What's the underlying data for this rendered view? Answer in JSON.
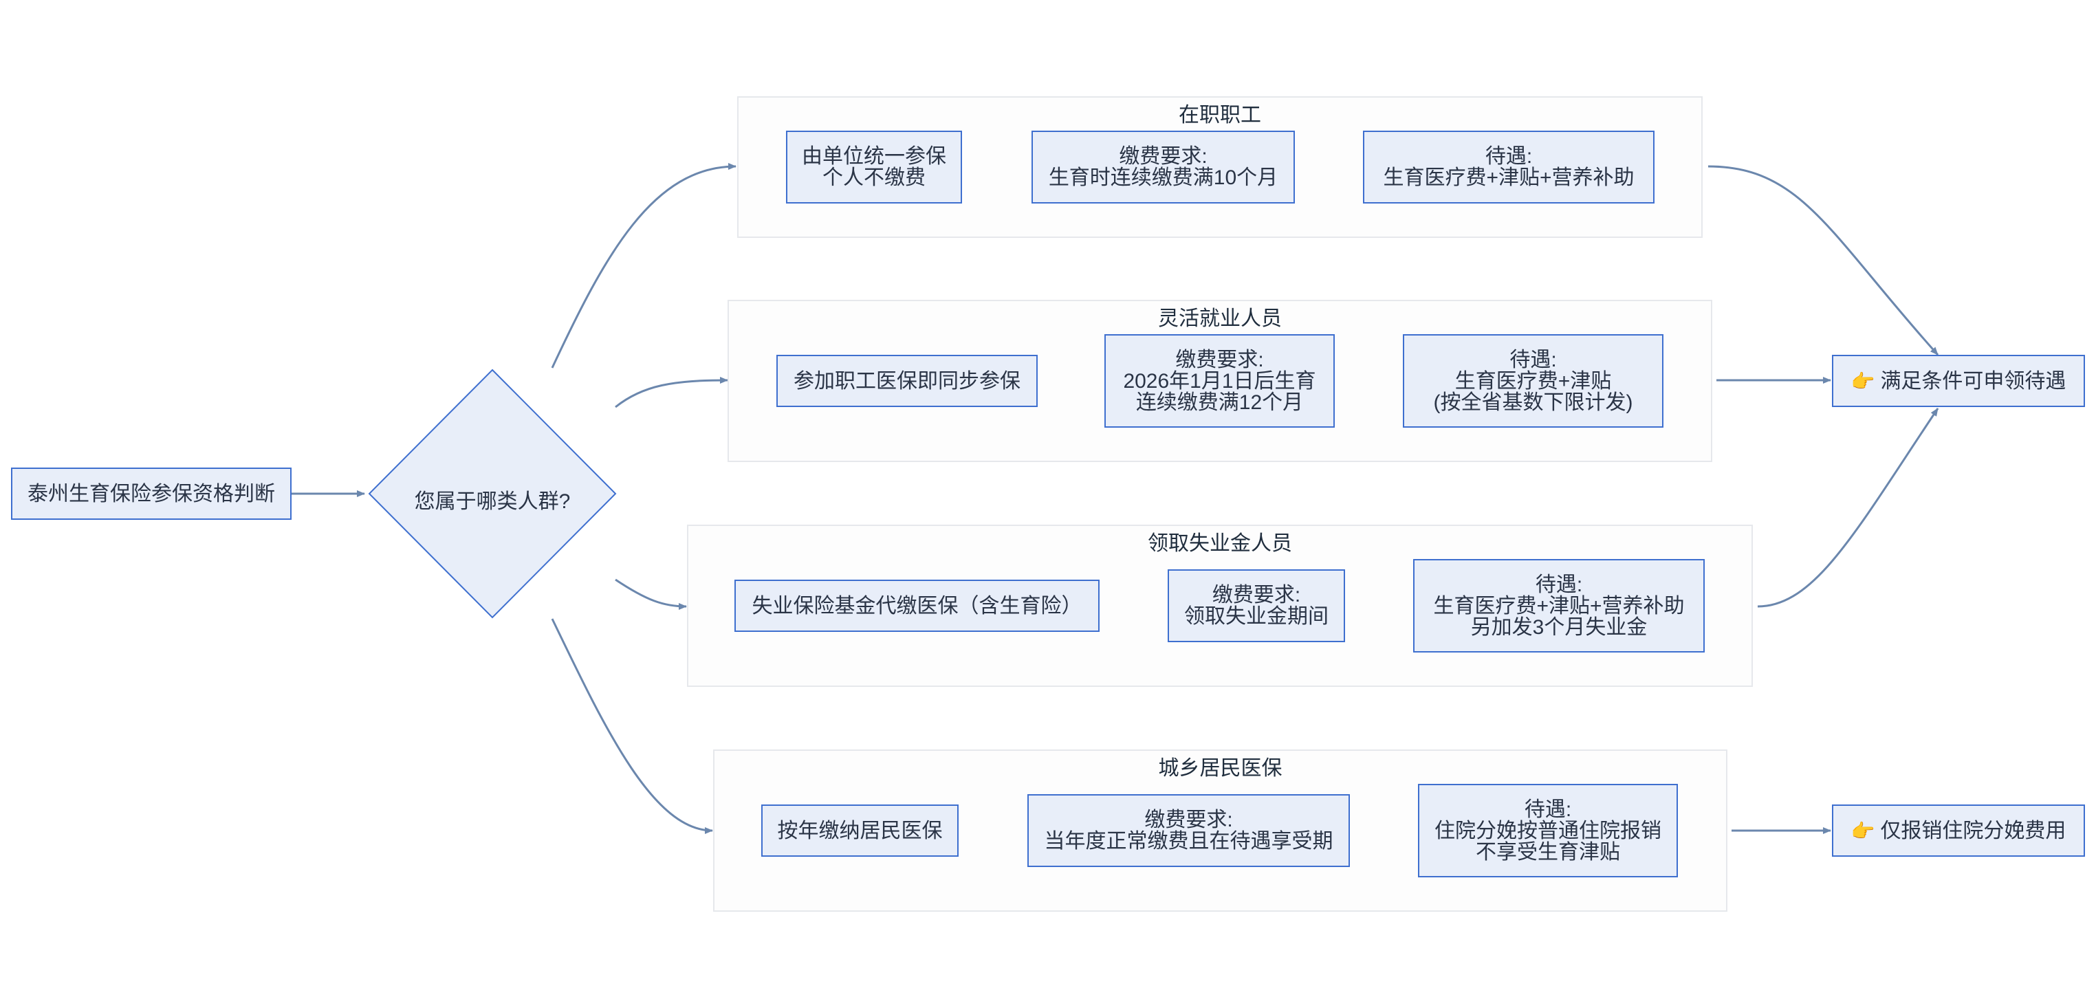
{
  "start": {
    "label": "泰州生育保险参保资格判断"
  },
  "decision": {
    "label": "您属于哪类人群?"
  },
  "groups": [
    {
      "title": "在职职工",
      "enroll": [
        "由单位统一参保",
        "个人不缴费"
      ],
      "payment": [
        "缴费要求:",
        "生育时连续缴费满10个月"
      ],
      "benefit": [
        "待遇:",
        "生育医疗费+津贴+营养补助"
      ]
    },
    {
      "title": "灵活就业人员",
      "enroll": [
        "参加职工医保即同步参保"
      ],
      "payment": [
        "缴费要求:",
        "2026年1月1日后生育",
        "连续缴费满12个月"
      ],
      "benefit": [
        "待遇:",
        "生育医疗费+津贴",
        "(按全省基数下限计发)"
      ]
    },
    {
      "title": "领取失业金人员",
      "enroll": [
        "失业保险基金代缴医保（含生育险）"
      ],
      "payment": [
        "缴费要求:",
        "领取失业金期间"
      ],
      "benefit": [
        "待遇:",
        "生育医疗费+津贴+营养补助",
        "另加发3个月失业金"
      ]
    },
    {
      "title": "城乡居民医保",
      "enroll": [
        "按年缴纳居民医保"
      ],
      "payment": [
        "缴费要求:",
        "当年度正常缴费且在待遇享受期"
      ],
      "benefit": [
        "待遇:",
        "住院分娩按普通住院报销",
        "不享受生育津贴"
      ]
    }
  ],
  "outcomes": {
    "eligible": {
      "icon": "👉",
      "text": "满足条件可申领待遇"
    },
    "limited": {
      "icon": "👉",
      "text": "仅报销住院分娩费用"
    }
  },
  "colors": {
    "node_fill": "#e8eef9",
    "node_border": "#3e6fcf",
    "edge": "#6b87ad",
    "group_border": "#e6e8ec"
  }
}
